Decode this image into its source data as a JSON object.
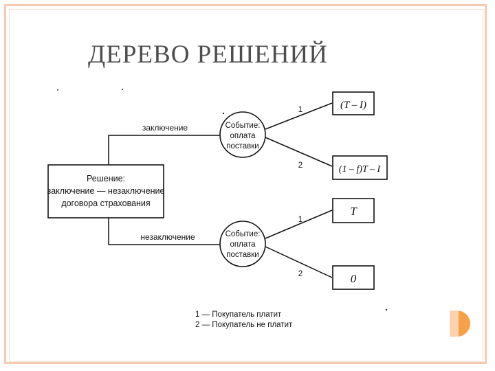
{
  "title": "ДЕРЕВО РЕШЕНИЙ",
  "decision": {
    "lines": [
      "Решение:",
      "заключение — незаключение",
      "договора страхования"
    ]
  },
  "branches": {
    "top": "заключение",
    "bottom": "незаключение"
  },
  "events": {
    "top": [
      "Событие:",
      "оплата",
      "поставки"
    ],
    "bottom": [
      "Событие:",
      "оплата",
      "поставки"
    ]
  },
  "outcome_numbers": [
    "1",
    "2",
    "1",
    "2"
  ],
  "outcomes": [
    "(T – I)",
    "(1 – f)T – I",
    "T",
    "0"
  ],
  "legend": [
    "1 — Покупатель платит",
    "2 — Покупатель не платит"
  ],
  "colors": {
    "title": "#4d4d4d",
    "frame": "#f6c9b0",
    "accent": "#f7a04a"
  }
}
